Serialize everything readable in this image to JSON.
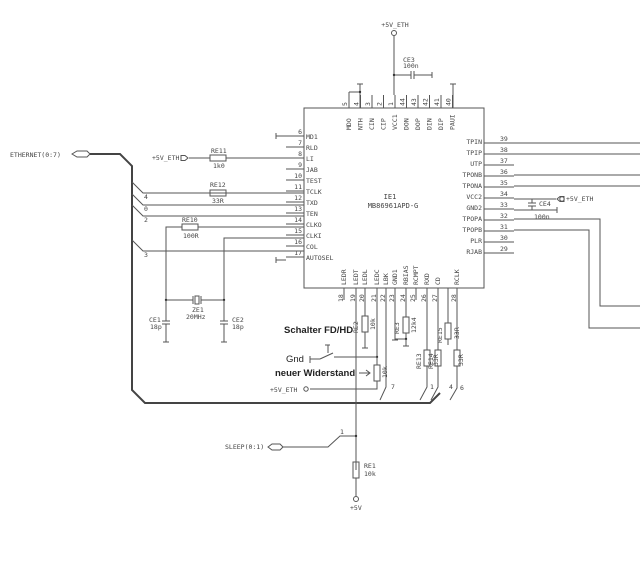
{
  "chip": {
    "ref": "IE1",
    "part": "MB86961APD-G",
    "left_pins": [
      {
        "num": "6",
        "name": "MD1"
      },
      {
        "num": "7",
        "name": "RLD"
      },
      {
        "num": "8",
        "name": "LI"
      },
      {
        "num": "9",
        "name": "JAB"
      },
      {
        "num": "10",
        "name": "TEST"
      },
      {
        "num": "11",
        "name": "TCLK"
      },
      {
        "num": "12",
        "name": "TXD"
      },
      {
        "num": "13",
        "name": "TEN"
      },
      {
        "num": "14",
        "name": "CLKO"
      },
      {
        "num": "15",
        "name": "CLKI"
      },
      {
        "num": "16",
        "name": "COL"
      },
      {
        "num": "17",
        "name": "AUTOSEL"
      }
    ],
    "top_pins": [
      {
        "num": "5",
        "name": "MDO"
      },
      {
        "num": "4",
        "name": "NTH"
      },
      {
        "num": "3",
        "name": "CIN"
      },
      {
        "num": "2",
        "name": "CIP"
      },
      {
        "num": "1",
        "name": "VCC1"
      },
      {
        "num": "44",
        "name": "DON"
      },
      {
        "num": "43",
        "name": "DOP"
      },
      {
        "num": "42",
        "name": "DIN"
      },
      {
        "num": "41",
        "name": "DIP"
      },
      {
        "num": "40",
        "name": "PAUI"
      }
    ],
    "right_pins": [
      {
        "num": "39",
        "name": "TPIN"
      },
      {
        "num": "38",
        "name": "TPIP"
      },
      {
        "num": "37",
        "name": "UTP"
      },
      {
        "num": "36",
        "name": "TPONB"
      },
      {
        "num": "35",
        "name": "TPONA"
      },
      {
        "num": "34",
        "name": "VCC2"
      },
      {
        "num": "33",
        "name": "GND2"
      },
      {
        "num": "32",
        "name": "TPOPA"
      },
      {
        "num": "31",
        "name": "TPOPB"
      },
      {
        "num": "30",
        "name": "PLR"
      },
      {
        "num": "29",
        "name": "RJAB"
      }
    ],
    "bottom_pins": [
      {
        "num": "18",
        "name": "LEDR"
      },
      {
        "num": "19",
        "name": "LEDT"
      },
      {
        "num": "20",
        "name": "LEDL"
      },
      {
        "num": "21",
        "name": "LEDC"
      },
      {
        "num": "22",
        "name": "LBK"
      },
      {
        "num": "23",
        "name": "GND1"
      },
      {
        "num": "24",
        "name": "RBIAS"
      },
      {
        "num": "25",
        "name": "RCMPT"
      },
      {
        "num": "26",
        "name": "RXD"
      },
      {
        "num": "27",
        "name": "CD"
      },
      {
        "num": "28",
        "name": "RCLK"
      }
    ]
  },
  "nets": {
    "ethernet": "ETHERNET(0:7)",
    "sleep": "SLEEP(0:1)",
    "vcc_eth": "+5V_ETH",
    "vcc": "+5V",
    "bus_taps": {
      "tclk": "4",
      "txd": "0",
      "ten": "2",
      "col": "3",
      "lbk": "7",
      "rxd": "1",
      "cd": "4",
      "rclk": "6",
      "sleep": "1"
    }
  },
  "components": {
    "ce3": {
      "ref": "CE3",
      "value": "100n"
    },
    "ce4": {
      "ref": "CE4",
      "value": "100n"
    },
    "re11": {
      "ref": "RE11",
      "value": "1k0"
    },
    "re12": {
      "ref": "RE12",
      "value": "33R"
    },
    "re10": {
      "ref": "RE10",
      "value": "100R"
    },
    "ze1": {
      "ref": "ZE1",
      "value": "20MHz"
    },
    "ce1": {
      "ref": "CE1",
      "value": "18p"
    },
    "ce2": {
      "ref": "CE2",
      "value": "18p"
    },
    "re2": {
      "ref": "RE2",
      "value": "10k"
    },
    "re3": {
      "ref": "RE3",
      "value": "12k4"
    },
    "re15": {
      "ref": "RE15",
      "value": "33R"
    },
    "re13": {
      "ref": "RE13",
      "value": "33R"
    },
    "re14": {
      "ref": "RE14",
      "value": "33R"
    },
    "rnew": {
      "value": "10k"
    },
    "re1": {
      "ref": "RE1",
      "value": "10k"
    }
  },
  "annotations": {
    "switch": "Schalter FD/HD",
    "gnd": "Gnd",
    "new_resistor": "neuer Widerstand"
  }
}
